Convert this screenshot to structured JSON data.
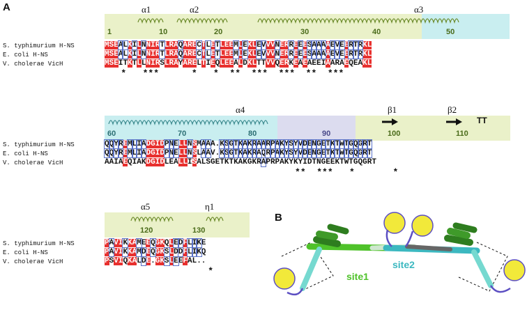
{
  "panel_a_label": "A",
  "panel_b_label": "B",
  "species": [
    "S. typhimurium H-NS",
    "E. coli H-NS",
    "V. cholerae VicH"
  ],
  "block1": {
    "ss_labels": [
      "α1",
      "α2",
      "α3"
    ],
    "numbers": [
      "1",
      "10",
      "20",
      "30",
      "40",
      "50"
    ],
    "sequences": [
      "MSEALKILNNIRTLRAQARECTLETLEEMLEKLEVVVNERREEESAAAAEVEERTRKL",
      "MSEALKILNNIRTLRAQARECTLETLEEMLEKLEVVVNERREEESAAAAEVEERTRKL",
      "MSEITKTLLNIRSLRAYARELTIEQLEEALDKLTTVVQERKEAEAEEIAARAEQEAKL"
    ],
    "stars": "   *   ***      *   *  **  ***  ***  **  ***"
  },
  "block2": {
    "ss_labels": [
      "α4",
      "β1",
      "β2",
      "TT"
    ],
    "numbers": [
      "60",
      "70",
      "80",
      "90",
      "100",
      "110"
    ],
    "sequences": [
      "QQYREMLIADGIDPNELLNSMAAA.KSGTKAKRAARPAKYSYVDENGETKTWTGQGRT",
      "QQYREMLIADGIDPNELLNSLAAV.KSGTKAKRAQRPAKYSYVDENGETKTWTGQGRT",
      "AAIAEQIAKDGIDLEALLISALSGETKTKAKGKRAPRPAKYKYIDTNGEEKTWTGQGRT"
    ],
    "stars": "                                   **  ***   *       *"
  },
  "block3": {
    "ss_labels": [
      "α5",
      "η1"
    ],
    "numbers": [
      "120",
      "130"
    ],
    "sequences": [
      "PAVIKKAMEEQGKQLEDFLIKE",
      "PAVIKKAMDEQGKSLDDFLIKQ",
      "PSVIQKALDE.GKSLEEFAL.."
    ],
    "stars": "                   *"
  },
  "panel_b": {
    "site1": "site1",
    "site2": "site2"
  },
  "colors": {
    "band_green": "#eaf1c9",
    "band_cyan": "#c9eef0",
    "band_lavender": "#dcdcef",
    "identity_red": "#e8302e",
    "site1": "#4fc22a",
    "site2": "#3cb8c0",
    "domain_yellow": "#f2e93a",
    "loop_purple": "#5c4fc2"
  }
}
